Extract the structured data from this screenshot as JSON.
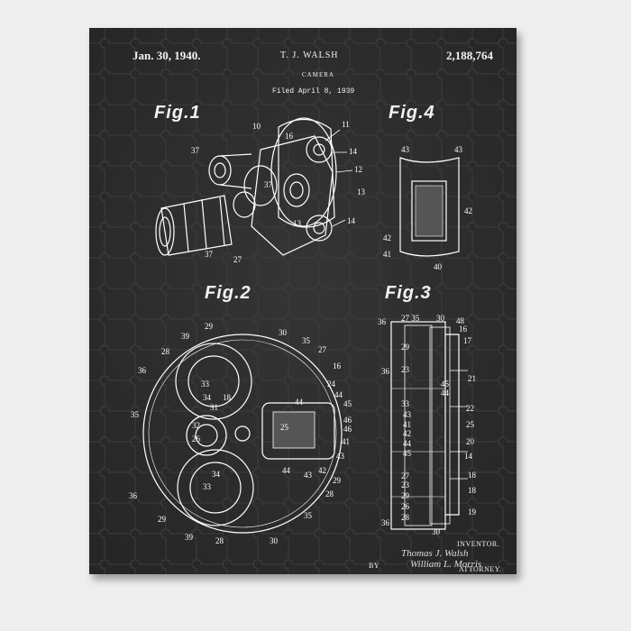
{
  "patent": {
    "date": "Jan. 30, 1940.",
    "inventor": "T. J. WALSH",
    "title": "CAMERA",
    "filed": "Filed April 8, 1939",
    "number": "2,188,764"
  },
  "figures": {
    "fig1": "Fig.1",
    "fig2": "Fig.2",
    "fig3": "Fig.3",
    "fig4": "Fig.4"
  },
  "signature": {
    "inventor_label": "INVENTOR.",
    "inventor_sig": "Thomas J. Walsh",
    "by": "BY",
    "attorney_sig": "William L. Morris",
    "attorney_label": "ATTORNEY."
  },
  "colors": {
    "board": "#2e2e2e",
    "ink": "#ffffff",
    "wall": "#eeeeee"
  }
}
